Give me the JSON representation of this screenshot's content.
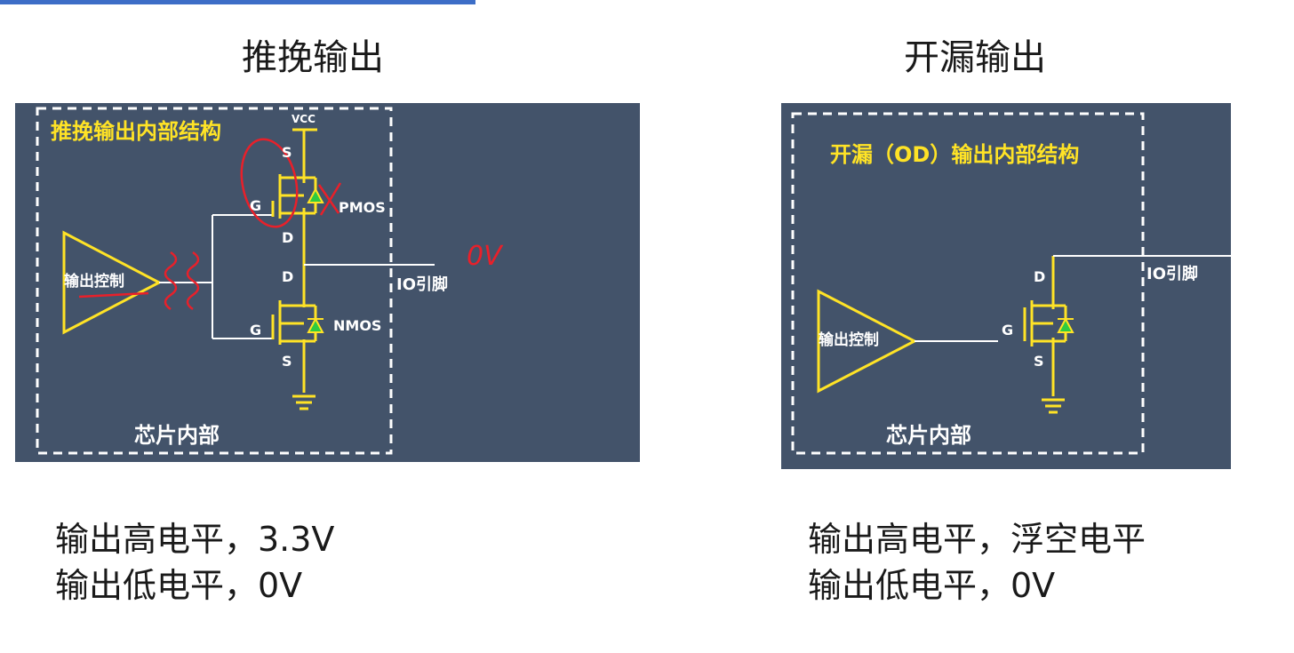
{
  "left": {
    "heading": "推挽输出",
    "panel_title": "推挽输出内部结构",
    "vcc": "VCC",
    "pin_s_top": "S",
    "pin_g_top": "G",
    "pin_d_top": "D",
    "pin_d_bottom": "D",
    "pin_g_bottom": "G",
    "pin_s_bottom": "S",
    "pmos": "PMOS",
    "nmos": "NMOS",
    "io_pin": "IO引脚",
    "control": "输出控制",
    "chip_inside": "芯片内部",
    "annotation": "0V",
    "line1": "输出高电平，3.3V",
    "line2": "输出低电平，0V"
  },
  "right": {
    "heading": "开漏输出",
    "panel_title": "开漏（OD）输出内部结构",
    "pin_d": "D",
    "pin_g": "G",
    "pin_s": "S",
    "io_pin": "IO引脚",
    "control": "输出控制",
    "chip_inside": "芯片内部",
    "line1": "输出高电平，浮空电平",
    "line2": "输出低电平，0V"
  },
  "colors": {
    "panel_bg": "#43536a",
    "wire": "#ffffff",
    "component": "#ffe326",
    "diode_fill": "#2ecc40",
    "annotation": "#e8202a"
  }
}
